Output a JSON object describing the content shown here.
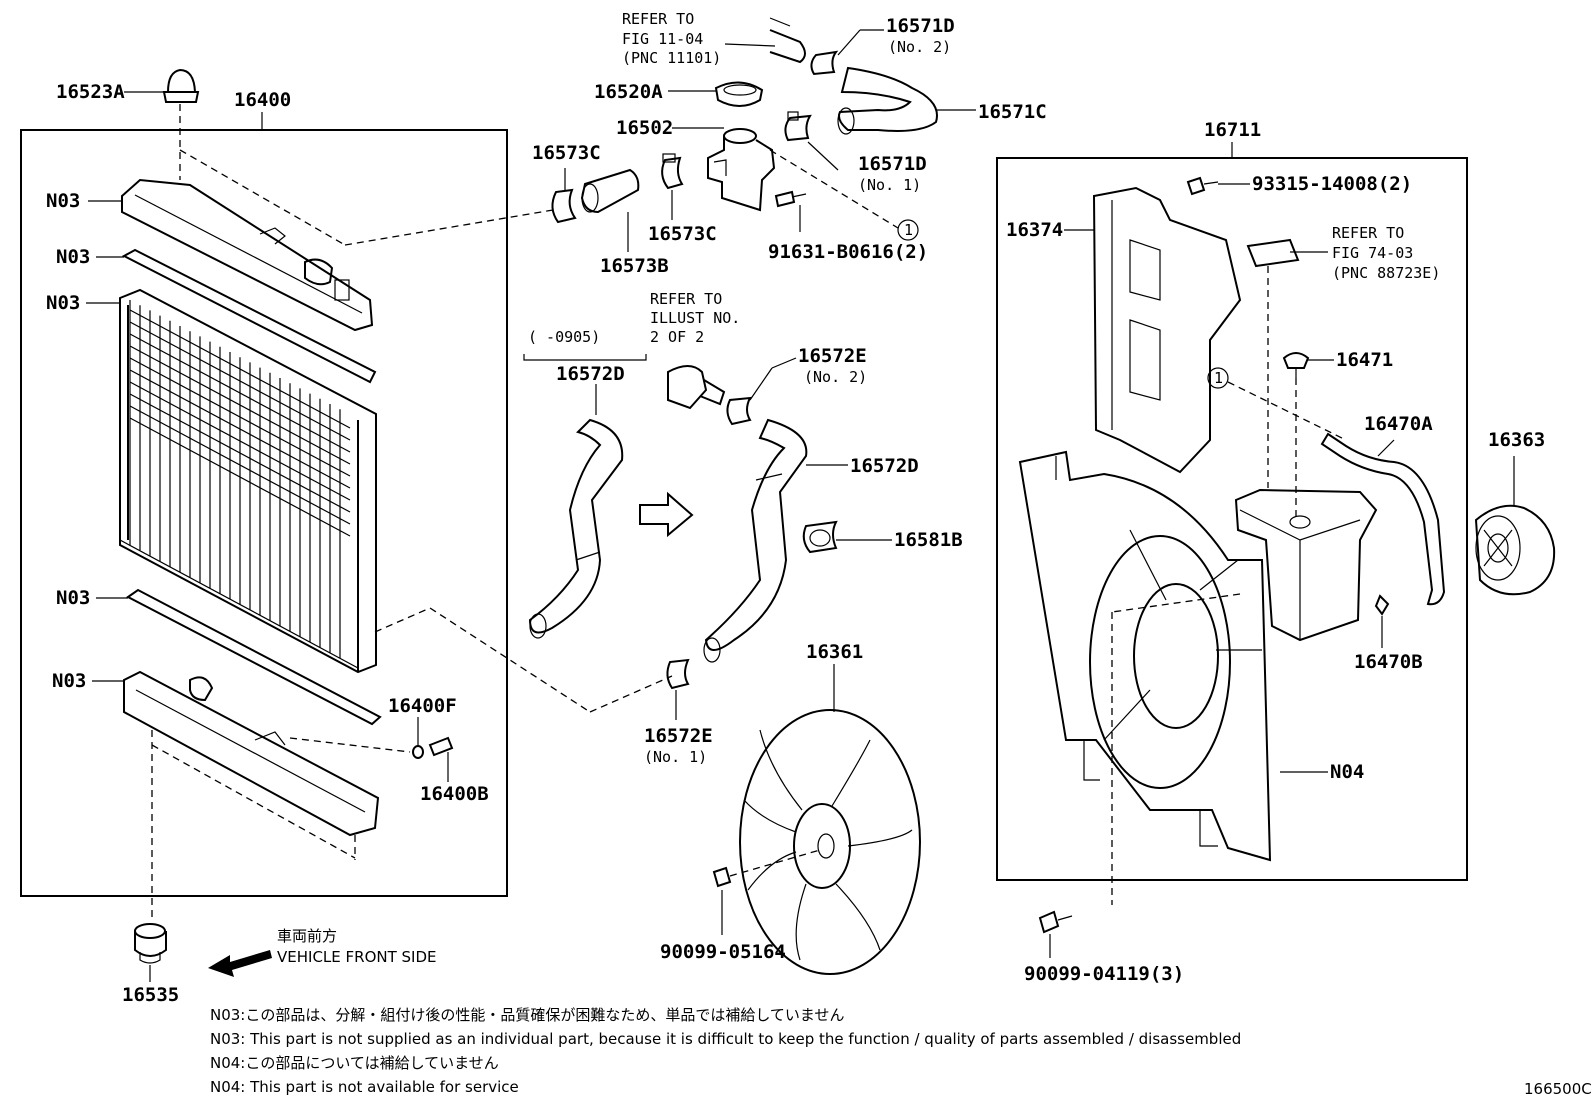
{
  "diagram_id": "166500C",
  "parts": {
    "p16523A": "16523A",
    "p16400": "16400",
    "n03_a": "N03",
    "n03_b": "N03",
    "n03_c": "N03",
    "n03_d": "N03",
    "n03_e": "N03",
    "p16400F": "16400F",
    "p16400B": "16400B",
    "p16535": "16535",
    "p16573C_a": "16573C",
    "p16573C_b": "16573C",
    "p16573B": "16573B",
    "p16520A": "16520A",
    "p16502": "16502",
    "p16571D_no2": "16571D",
    "p16571D_no2_sub": "(No. 2)",
    "p16571C": "16571C",
    "p16571D_no1": "16571D",
    "p16571D_no1_sub": "(No. 1)",
    "p91631": "91631-B0616(2)",
    "p16572D_a": "16572D",
    "p16572D_a_range": "(  -0905)",
    "p16572E_no2": "16572E",
    "p16572E_no2_sub": "(No. 2)",
    "p16572D_b": "16572D",
    "p16581B": "16581B",
    "p16572E_no1": "16572E",
    "p16572E_no1_sub": "(No. 1)",
    "p16361": "16361",
    "p90099_05164": "90099-05164",
    "p16711": "16711",
    "p93315": "93315-14008(2)",
    "p16374": "16374",
    "p16471": "16471",
    "p16470A": "16470A",
    "p16363": "16363",
    "p16470B": "16470B",
    "n04": "N04",
    "p90099_04119": "90099-04119(3)"
  },
  "refs": {
    "fig11_l1": "REFER TO",
    "fig11_l2": "FIG 11-04",
    "fig11_l3": "(PNC 11101)",
    "illust_l1": "REFER TO",
    "illust_l2": "ILLUST NO.",
    "illust_l3": "2 OF 2",
    "fig74_l1": "REFER TO",
    "fig74_l2": "FIG 74-03",
    "fig74_l3": "(PNC 88723E)"
  },
  "callout_marker": "1",
  "vehicle_front": {
    "jp": "車両前方",
    "en": "VEHICLE FRONT SIDE"
  },
  "notes": [
    "N03:この部品は、分解・組付け後の性能・品質確保が困難なため、単品では補給していません",
    "N03: This part is not supplied as an individual part, because it is difficult to keep the function / quality of parts assembled / disassembled",
    "N04:この部品については補給していません",
    "N04: This part is not available for service"
  ]
}
